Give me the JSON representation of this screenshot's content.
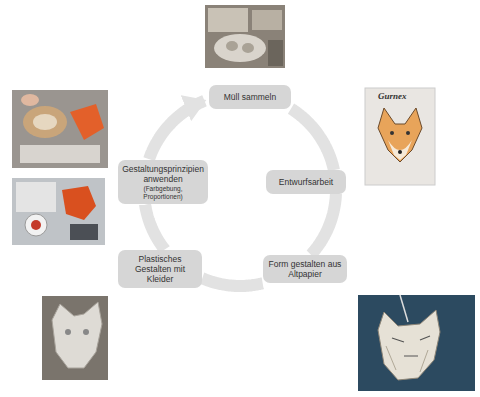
{
  "diagram": {
    "nodes": [
      {
        "text": [
          "Müll sammeln"
        ]
      },
      {
        "text": [
          "Entwurfsarbeit"
        ]
      },
      {
        "text": [
          "Form gestalten aus Altpapier"
        ]
      },
      {
        "text": [
          "Plastisches Gestalten mit Kleider"
        ]
      },
      {
        "text": [
          "Gestaltungsprinzipien anwenden",
          "(Farbgebung, Proportionen)"
        ]
      }
    ],
    "edges": [
      {
        "from": 0,
        "to": 1,
        "arrow": "none"
      },
      {
        "from": 1,
        "to": 2,
        "arrow": "none"
      },
      {
        "from": 2,
        "to": 3,
        "arrow": "none"
      },
      {
        "from": 3,
        "to": 4,
        "arrow": "none"
      },
      {
        "from": 4,
        "to": 0,
        "arrow": "to"
      }
    ],
    "labels": [
      "Gurnex"
    ]
  }
}
